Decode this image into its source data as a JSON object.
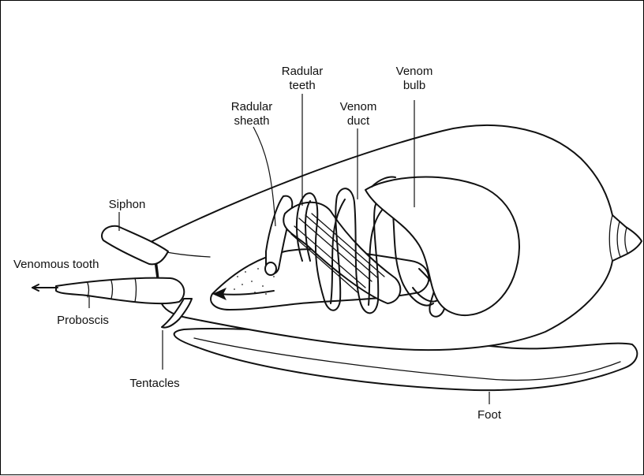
{
  "labels": {
    "venom_bulb_1": "Venom",
    "venom_bulb_2": "bulb",
    "radular_teeth_1": "Radular",
    "radular_teeth_2": "teeth",
    "radular_sheath_1": "Radular",
    "radular_sheath_2": "sheath",
    "venom_duct_1": "Venom",
    "venom_duct_2": "duct",
    "siphon": "Siphon",
    "venomous_tooth": "Venomous tooth",
    "proboscis": "Proboscis",
    "tentacles": "Tentacles",
    "foot": "Foot"
  },
  "colors": {
    "line": "#111111",
    "background": "#ffffff"
  }
}
